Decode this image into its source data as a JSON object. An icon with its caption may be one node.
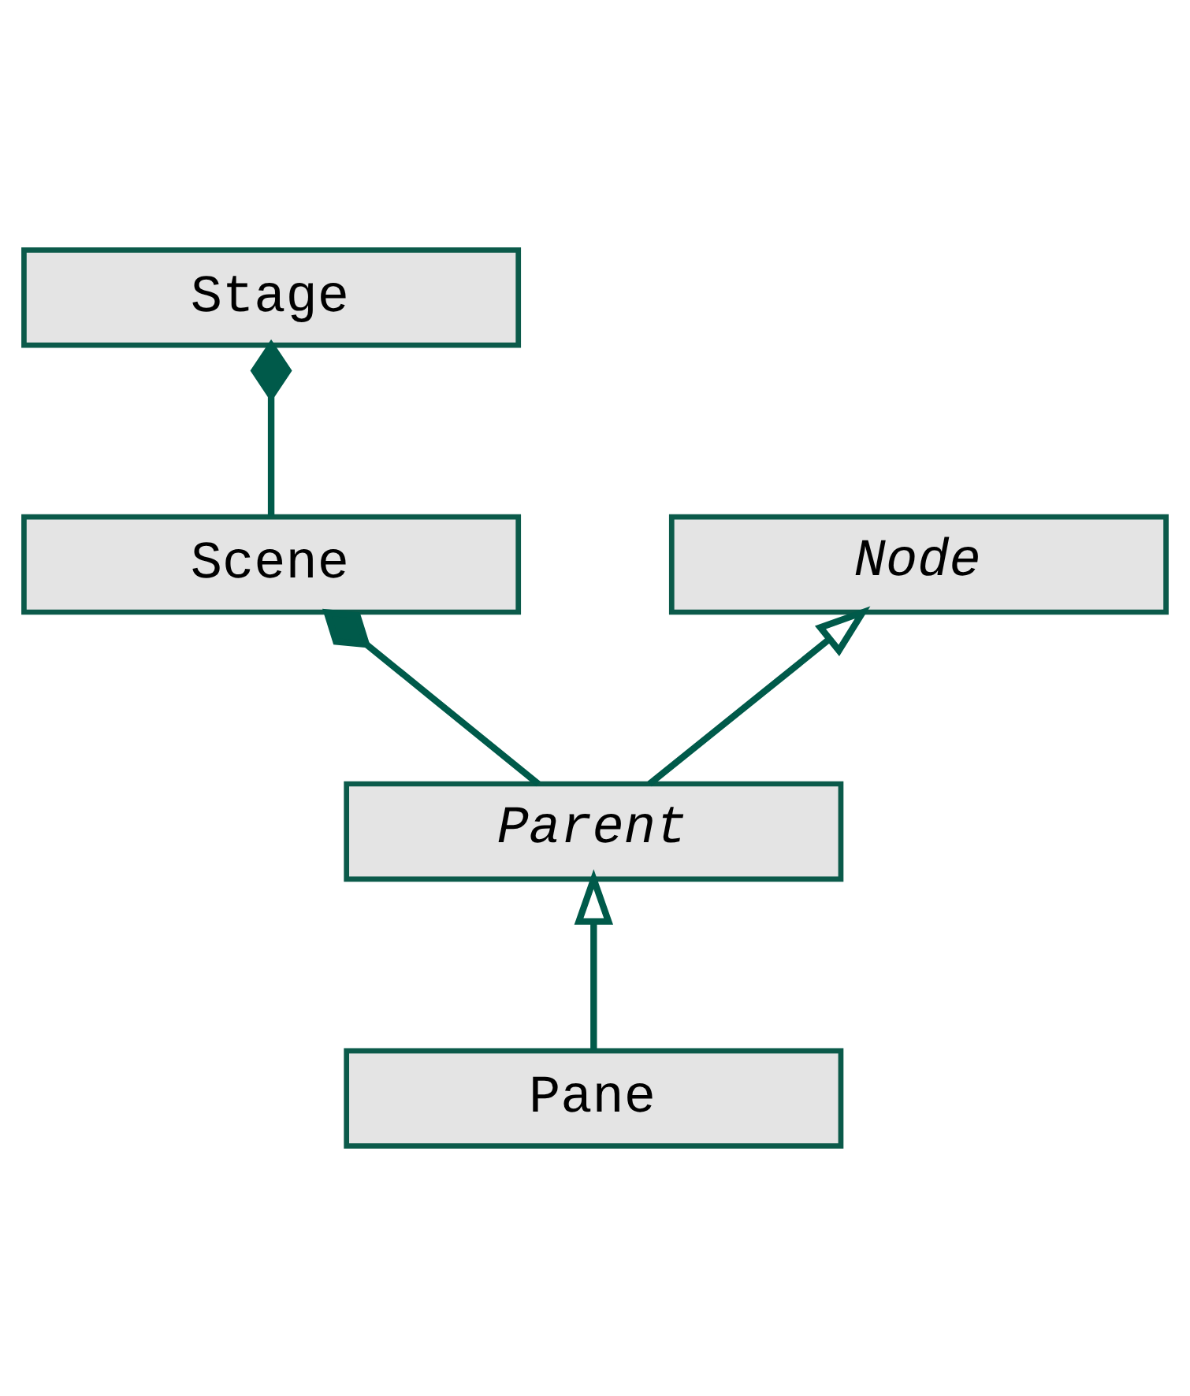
{
  "diagram": {
    "nodes": [
      {
        "text": [
          "Stage"
        ]
      },
      {
        "text": [
          "Scene"
        ]
      },
      {
        "text": [
          "Node"
        ]
      },
      {
        "text": [
          "Parent"
        ]
      },
      {
        "text": [
          "Pane"
        ]
      }
    ],
    "edges": [
      {
        "from": 1,
        "to": 0,
        "arrow": "other"
      },
      {
        "from": 3,
        "to": 1,
        "arrow": "other"
      },
      {
        "from": 3,
        "to": 2,
        "arrow": "to"
      },
      {
        "from": 4,
        "to": 3,
        "arrow": "to"
      }
    ]
  }
}
